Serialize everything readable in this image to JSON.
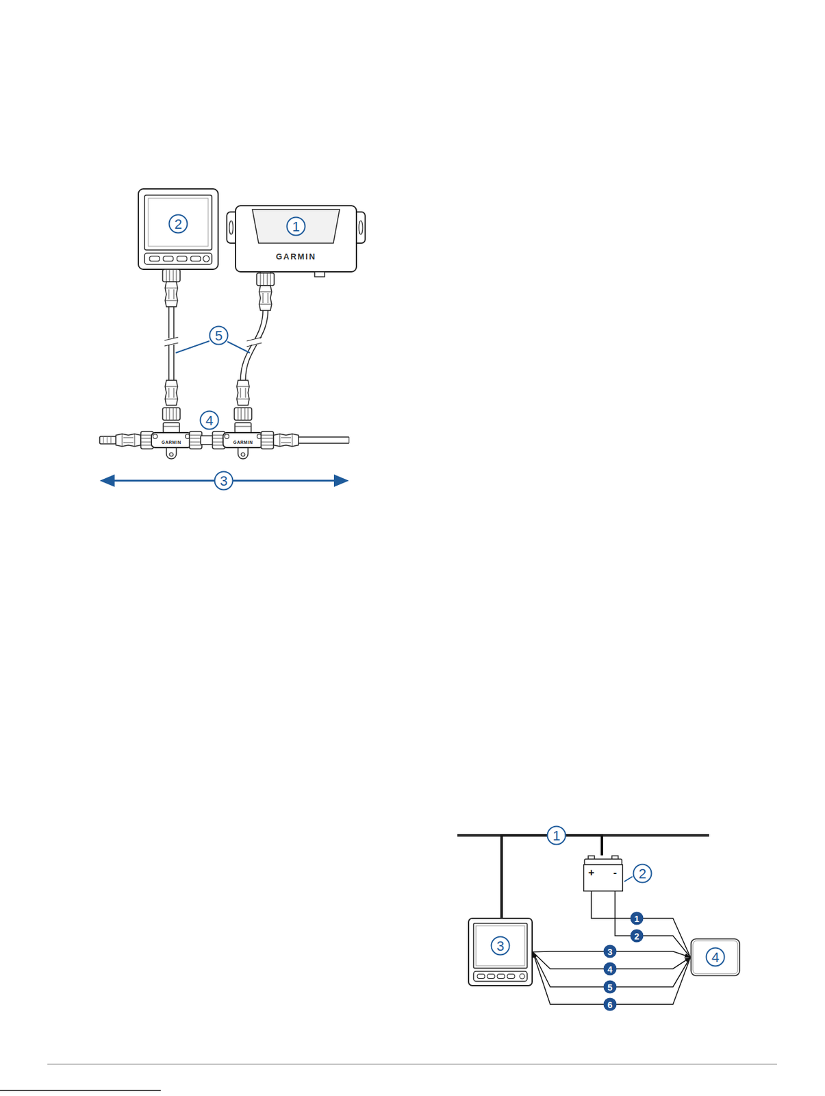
{
  "diagram": {
    "nodes": [
      {
        "text": [
          "3"
        ]
      },
      {
        "text": [
          "4"
        ]
      },
      {
        "text": [
          "+",
          "-"
        ]
      }
    ],
    "edges": [
      {
        "from": 2,
        "to": 1,
        "arrow": "none",
        "label": "1"
      },
      {
        "from": 2,
        "to": 1,
        "arrow": "none",
        "label": "2"
      },
      {
        "from": 0,
        "to": 1,
        "arrow": "to",
        "label": "3"
      },
      {
        "from": 0,
        "to": 1,
        "arrow": "to",
        "label": "4"
      },
      {
        "from": 1,
        "to": 0,
        "arrow": "to",
        "label": "5"
      },
      {
        "from": 1,
        "to": 0,
        "arrow": "to",
        "label": "6"
      },
      {
        "from": 0,
        "to": 2,
        "arrow": "none"
      }
    ],
    "labels": [
      "2",
      "1",
      "GARMIN",
      "5",
      "4",
      "GARMIN",
      "GARMIN",
      "3",
      "1",
      "2"
    ]
  }
}
